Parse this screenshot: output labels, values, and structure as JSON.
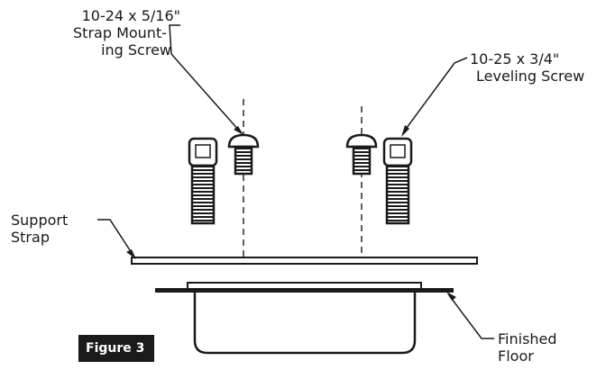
{
  "figure": {
    "badge": "Figure 3",
    "labels": {
      "strap_screw": [
        "10-24 x 5/16\"",
        "Strap Mount-",
        "ing Screw"
      ],
      "leveling_screw": [
        "10-25 x 3/4\"",
        "Leveling Screw"
      ],
      "support_strap": [
        "Support",
        "Strap"
      ],
      "finished_floor": [
        "Finished",
        "Floor"
      ]
    },
    "parts": [
      "strap-mounting-screw",
      "leveling-screw",
      "support-strap",
      "finished-floor",
      "sink-basin"
    ]
  },
  "colors": {
    "ink": "#1a1a1a",
    "background": "#ffffff"
  }
}
